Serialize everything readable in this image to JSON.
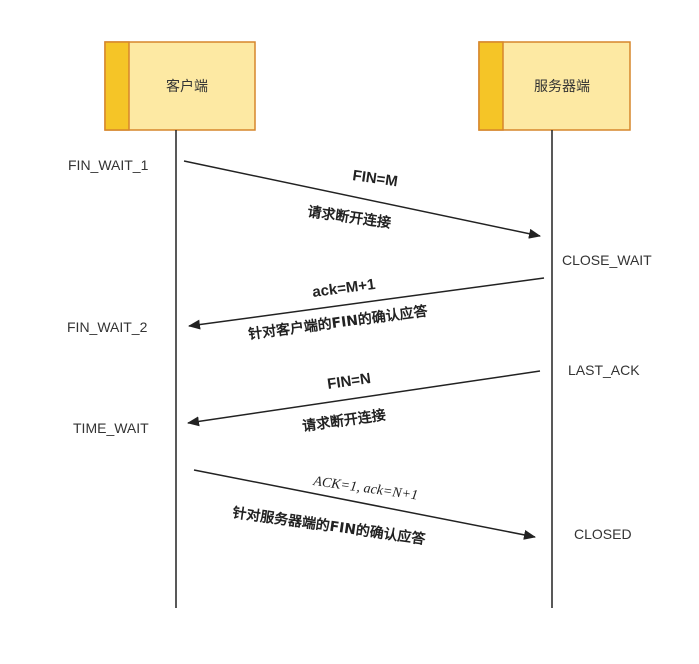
{
  "participants": {
    "client": {
      "label": "客户端"
    },
    "server": {
      "label": "服务器端"
    }
  },
  "colors": {
    "box_fill": "#fde9a3",
    "box_side": "#f5c527",
    "box_border": "#d6862c",
    "line": "#222222"
  },
  "client_states": {
    "s1": "FIN_WAIT_1",
    "s2": "FIN_WAIT_2",
    "s3": "TIME_WAIT"
  },
  "server_states": {
    "s1": "CLOSE_WAIT",
    "s2": "LAST_ACK",
    "s3": "CLOSED"
  },
  "messages": [
    {
      "label": "FIN=M",
      "desc": "请求断开连接",
      "direction": "client-to-server"
    },
    {
      "label": "ack=M+1",
      "desc": "针对客户端的FIN的确认应答",
      "direction": "server-to-client"
    },
    {
      "label": "FIN=N",
      "desc": "请求断开连接",
      "direction": "server-to-client"
    },
    {
      "label": "ACK=1, ack=N+1",
      "desc": "针对服务器端的FIN的确认应答",
      "direction": "client-to-server"
    }
  ]
}
